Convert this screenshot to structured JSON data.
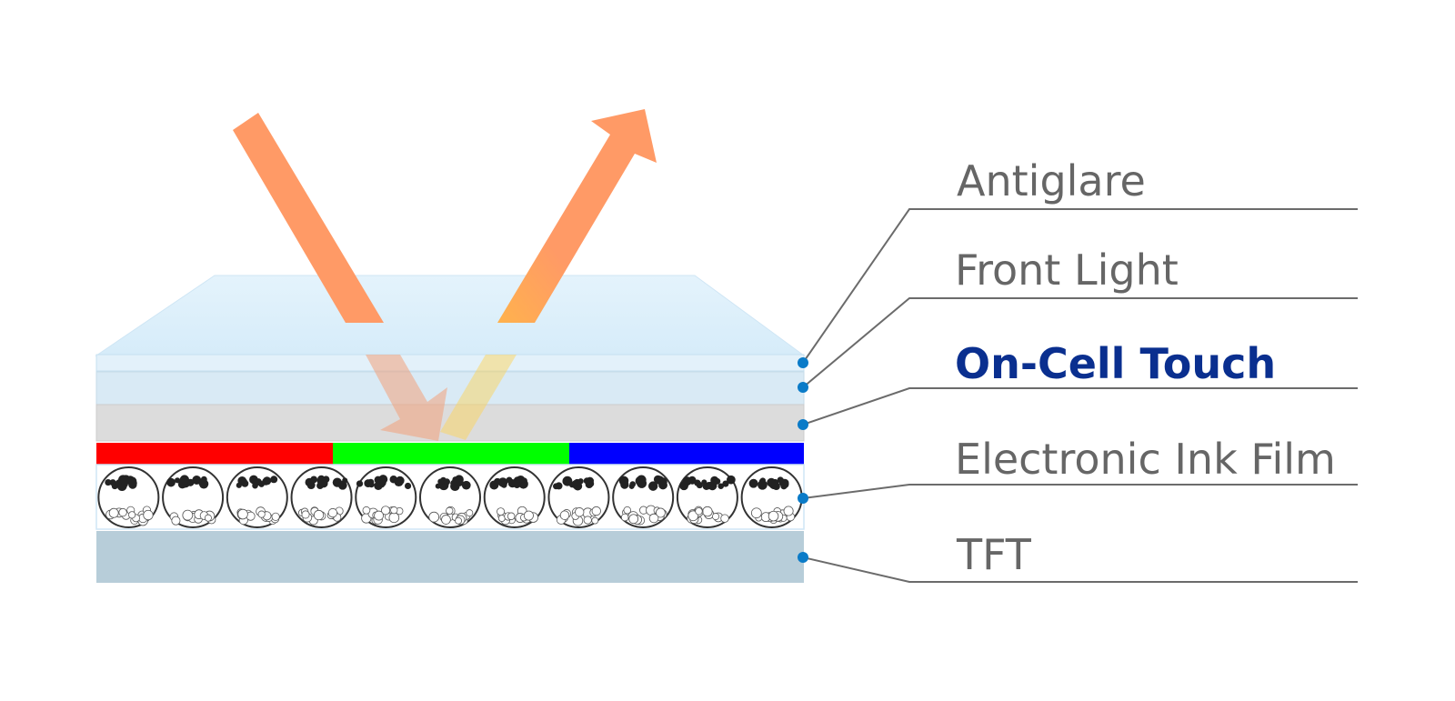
{
  "layers": [
    {
      "id": "antiglare",
      "label": "Antiglare",
      "highlight": false
    },
    {
      "id": "front-light",
      "label": "Front Light",
      "highlight": false
    },
    {
      "id": "on-cell-touch",
      "label": "On-Cell Touch",
      "highlight": true
    },
    {
      "id": "electronic-ink-film",
      "label": "Electronic Ink Film",
      "highlight": false
    },
    {
      "id": "tft",
      "label": "TFT",
      "highlight": false
    }
  ],
  "colors": {
    "label_text": "#666666",
    "highlight_text": "#0a2f8f",
    "callout_dot": "#0a7bc8",
    "light_arrow": "#ff9a66",
    "color_filter": [
      "#ff0000",
      "#00ff00",
      "#0000ff"
    ],
    "glass_top": "#dff0fb",
    "tft_layer": "#b7cdd9",
    "touch_layer": "#dcdcdc"
  },
  "microcapsule_count": 11
}
